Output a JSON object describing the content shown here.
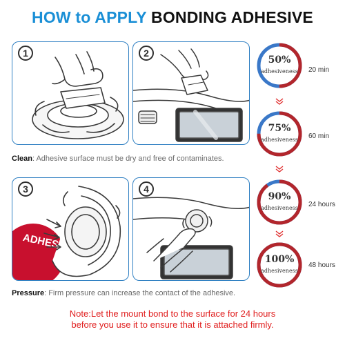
{
  "title": {
    "part1": "HOW to APPLY",
    "part2": "BONDING ADHESIVE"
  },
  "steps": [
    {
      "number": "1"
    },
    {
      "number": "2"
    },
    {
      "number": "3",
      "pad_text": "ADHESIVE"
    },
    {
      "number": "4"
    }
  ],
  "captions": {
    "clean": {
      "keyword": "Clean",
      "text": ": Adhesive surface must be dry and free of contaminates."
    },
    "pressure": {
      "keyword": "Pressure",
      "text": ": Firm pressure can increase the contact of the adhesive."
    }
  },
  "note": {
    "line1": "Note:Let the mount bond to the surface for 24 hours",
    "line2": "before you use it to ensure that it is attached firmly."
  },
  "progress": [
    {
      "percent": "50%",
      "label": "adhesiveness",
      "time": "20 min",
      "fraction": 0.5
    },
    {
      "percent": "75%",
      "label": "adhesiveness",
      "time": "60 min",
      "fraction": 0.75
    },
    {
      "percent": "90%",
      "label": "adhesiveness",
      "time": "24 hours",
      "fraction": 0.9
    },
    {
      "percent": "100%",
      "label": "adhesiveness",
      "time": "48 hours",
      "fraction": 1.0
    }
  ],
  "colors": {
    "title_blue": "#1a8fd6",
    "panel_border": "#2e7fc2",
    "ring_blue": "#3a78c8",
    "ring_red": "#b2262c",
    "note_red": "#e01e1e",
    "adhesive_red": "#c8102e"
  }
}
